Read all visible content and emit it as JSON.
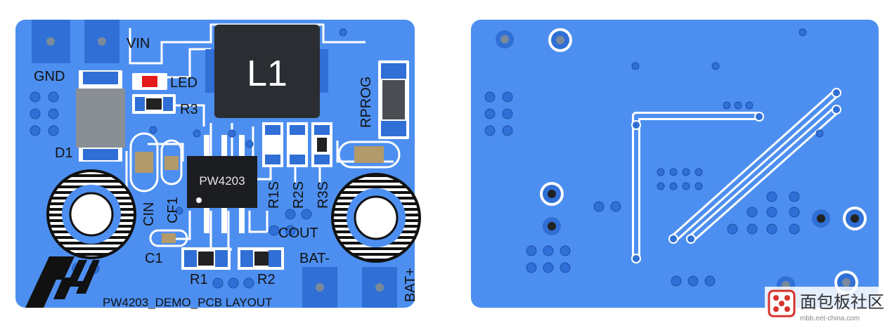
{
  "pcb_top": {
    "labels": {
      "vin": "VIN",
      "gnd": "GND",
      "led": "LED",
      "r3": "R3",
      "d1": "D1",
      "l1": "L1",
      "rprog": "RPROG",
      "chip": "PW4203",
      "r1s": "R1S",
      "r2s": "R2S",
      "r3s": "R3S",
      "cin": "CIN",
      "cf1": "CF1",
      "c1": "C1",
      "cout": "COUT",
      "r1": "R1",
      "r2": "R2",
      "bat_minus": "BAT-",
      "bat_plus": "BAT+",
      "title": "PW4203_DEMO_PCB LAYOUT"
    }
  },
  "watermark": {
    "text": "面包板社区",
    "url": "mbb.eet-china.com"
  },
  "colors": {
    "board": "#4d8ff0",
    "trace": "#5b9bf5",
    "pad": "#2f6fd6",
    "silkscreen": "#ffffff",
    "led": "#e31b1b"
  }
}
